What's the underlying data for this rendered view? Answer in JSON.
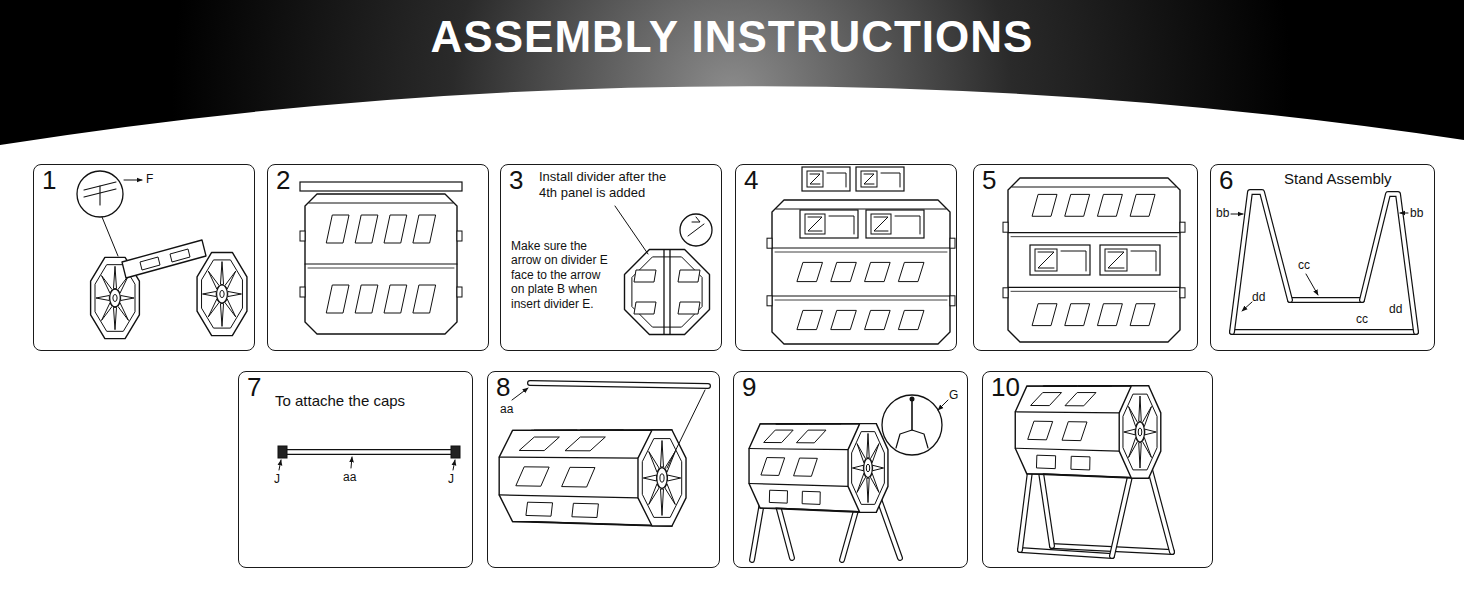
{
  "diagram": {
    "title": "ASSEMBLY INSTRUCTIONS",
    "nodes": [
      {
        "text": [
          "1"
        ]
      },
      {
        "text": [
          "2"
        ]
      },
      {
        "text": [
          "3",
          "Install divider after the 4th panel is added",
          "Make sure the arrow on divider E face to the arrow on plate B when insert divider E."
        ]
      },
      {
        "text": [
          "4"
        ]
      },
      {
        "text": [
          "5"
        ]
      },
      {
        "text": [
          "6",
          "Stand Assembly"
        ]
      },
      {
        "text": [
          "7",
          "To attache the caps"
        ]
      },
      {
        "text": [
          "8"
        ]
      },
      {
        "text": [
          "9"
        ]
      },
      {
        "text": [
          "10"
        ]
      }
    ],
    "labels": [
      "F",
      "bb",
      "bb",
      "cc",
      "dd",
      "dd",
      "cc",
      "J",
      "aa",
      "J",
      "aa",
      "G"
    ]
  }
}
